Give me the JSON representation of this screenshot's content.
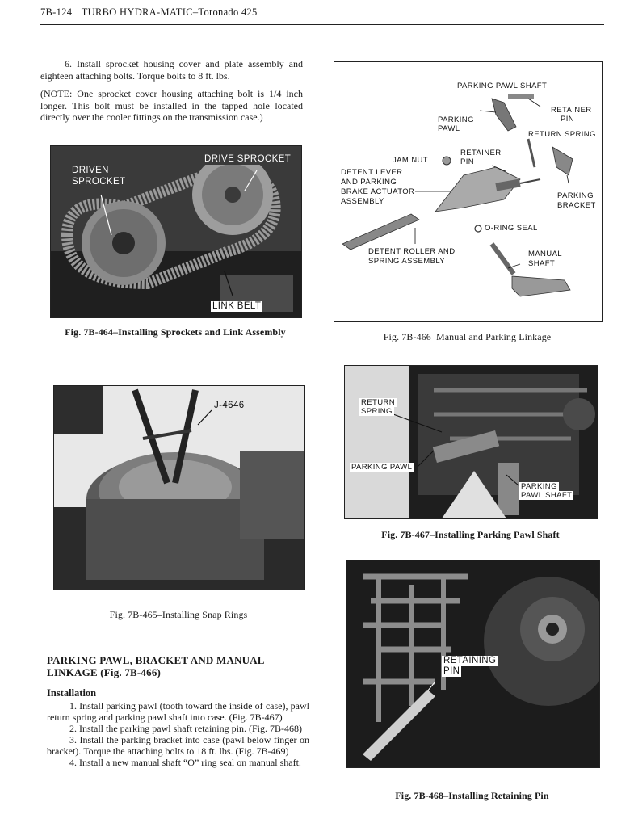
{
  "header": {
    "page_number": "7B-124",
    "title": "TURBO HYDRA-MATIC",
    "subtitle": "–Toronado 425"
  },
  "intro": {
    "step6": "6. Install sprocket housing cover and plate assembly and eighteen attaching bolts. Torque bolts to 8 ft. lbs.",
    "note": "(NOTE: One sprocket cover housing attaching bolt is 1/4 inch longer. This bolt must be installed in the tapped hole located directly over the cooler fittings on the transmission case.)"
  },
  "figures": {
    "fig464": {
      "caption": "Fig. 7B-464–Installing Sprockets and Link Assembly",
      "labels": {
        "drive": "DRIVE SPROCKET",
        "driven1": "DRIVEN",
        "driven2": "SPROCKET",
        "link": "LINK BELT"
      }
    },
    "fig465": {
      "caption": "Fig. 7B-465–Installing Snap Rings",
      "labels": {
        "tool": "J-4646"
      }
    },
    "fig466": {
      "caption": "Fig. 7B-466–Manual and Parking Linkage",
      "labels": {
        "pawl_shaft": "PARKING PAWL SHAFT",
        "retainer_pin_1": "RETAINER",
        "retainer_pin_2": "PIN",
        "pawl_1": "PARKING",
        "pawl_2": "PAWL",
        "return_spring": "RETURN SPRING",
        "jam_nut": "JAM NUT",
        "retainer2_1": "RETAINER",
        "retainer2_2": "PIN",
        "detent_1": "DETENT LEVER",
        "detent_2": "AND PARKING",
        "detent_3": "BRAKE ACTUATOR",
        "detent_4": "ASSEMBLY",
        "bracket_1": "PARKING",
        "bracket_2": "BRACKET",
        "oring": "O-RING SEAL",
        "roller_1": "DETENT ROLLER AND",
        "roller_2": "SPRING ASSEMBLY",
        "manual_1": "MANUAL",
        "manual_2": "SHAFT"
      }
    },
    "fig467": {
      "caption": "Fig. 7B-467–Installing Parking Pawl Shaft",
      "labels": {
        "spring_1": "RETURN",
        "spring_2": "SPRING",
        "pawl": "PARKING PAWL",
        "shaft_1": "PARKING",
        "shaft_2": "PAWL SHAFT"
      }
    },
    "fig468": {
      "caption": "Fig. 7B-468–Installing Retaining Pin",
      "labels": {
        "pin_1": "RETAINING",
        "pin_2": "PIN"
      }
    }
  },
  "section": {
    "heading": "PARKING PAWL, BRACKET AND MANUAL LINKAGE (Fig. 7B-466)",
    "subheading": "Installation",
    "steps": [
      "1. Install parking pawl (tooth toward the inside of case), pawl return spring and parking pawl shaft into case. (Fig. 7B-467)",
      "2. Install the parking pawl shaft retaining pin. (Fig. 7B-468)",
      "3. Install the parking bracket into case (pawl below finger on bracket). Torque the attaching bolts to 18 ft. lbs. (Fig. 7B-469)",
      "4. Install a new manual shaft “O” ring seal on manual shaft."
    ]
  }
}
